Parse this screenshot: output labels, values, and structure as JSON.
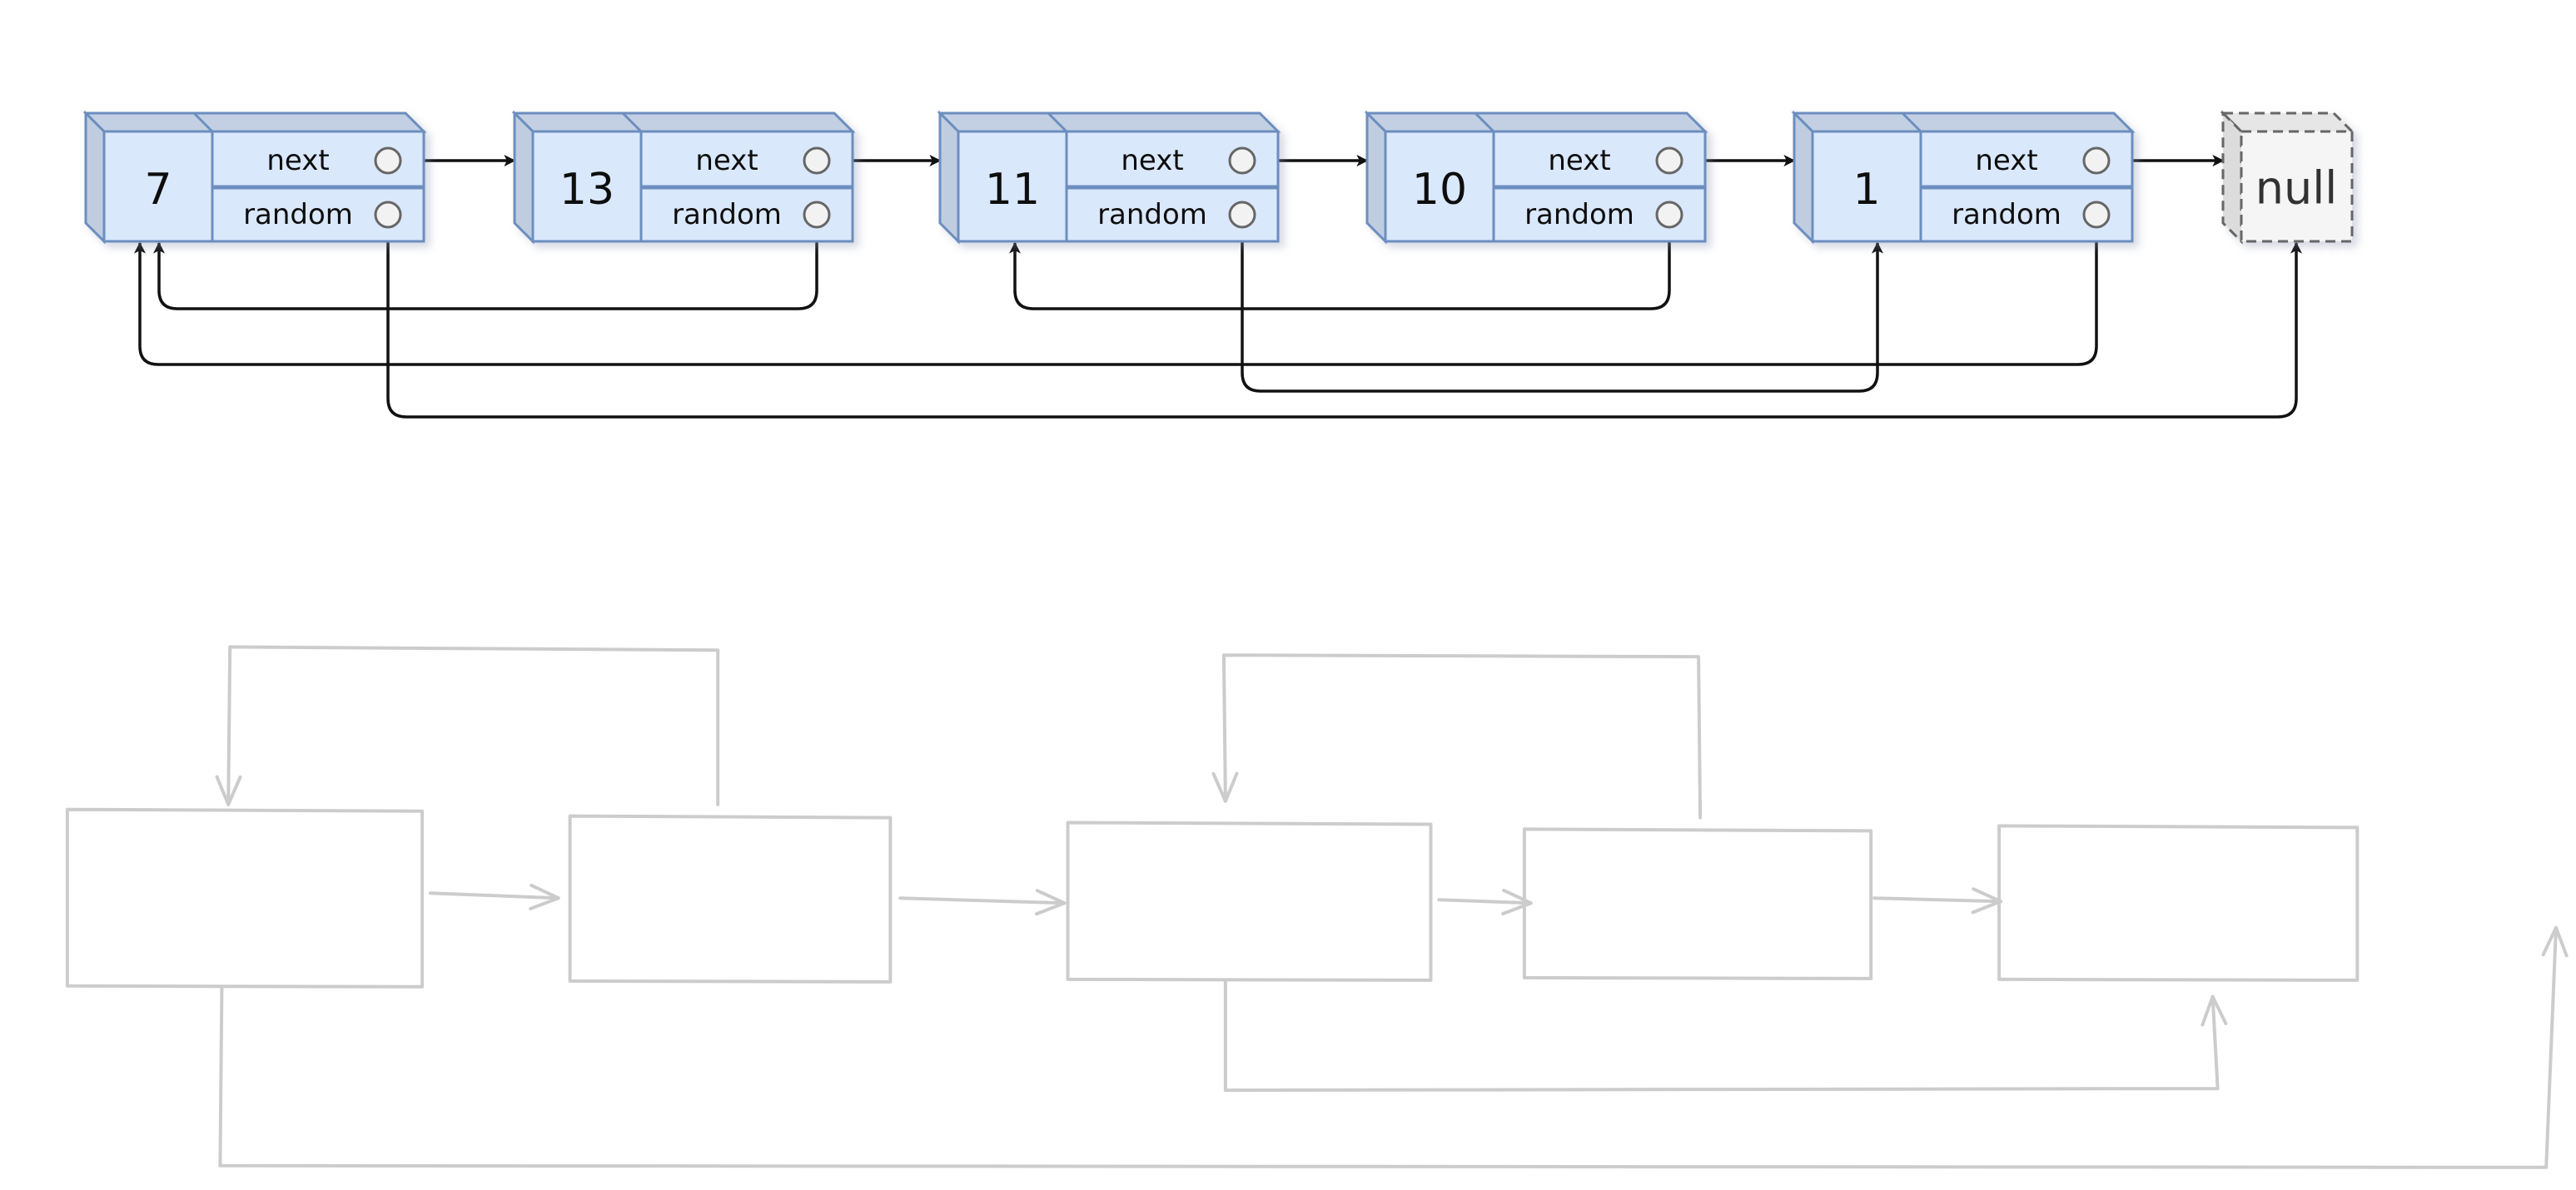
{
  "diagram": {
    "nodes": [
      {
        "value": "7",
        "next_label": "next",
        "random_label": "random",
        "random_target": "0-null"
      },
      {
        "value": "13",
        "next_label": "next",
        "random_label": "random",
        "random_target": "0"
      },
      {
        "value": "11",
        "next_label": "next",
        "random_label": "random",
        "random_target": "4"
      },
      {
        "value": "10",
        "next_label": "next",
        "random_label": "random",
        "random_target": "2"
      },
      {
        "value": "1",
        "next_label": "next",
        "random_label": "random",
        "random_target": "0"
      }
    ],
    "null_label": "null",
    "colors": {
      "node_fill": "#dae8fc",
      "node_stroke": "#6c8ebf",
      "node_side": "#c3d0e3",
      "null_fill": "#f5f5f5",
      "null_stroke": "#666666",
      "arrow": "#111111",
      "sketch": "#cccccc"
    }
  }
}
